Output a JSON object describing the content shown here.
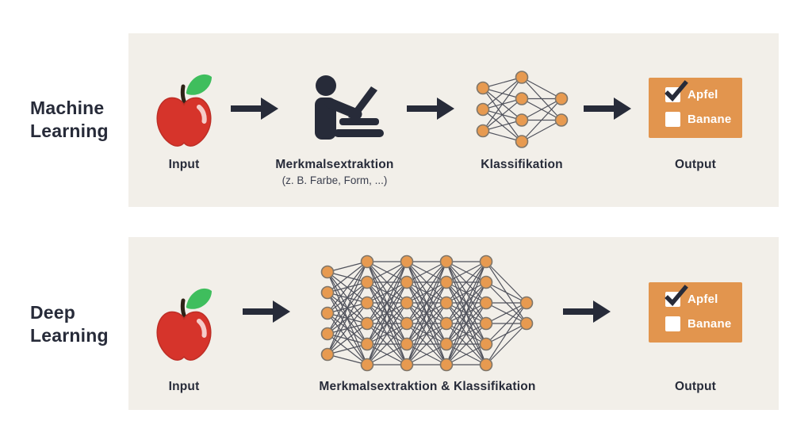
{
  "colors": {
    "ink": "#272B39",
    "panel_bg": "#F2EFE9",
    "node_orange": "#E79A50",
    "node_border": "#7E766B",
    "edge_gray": "#50525C",
    "box_orange": "#E2954E",
    "apple_red": "#D6342B",
    "leaf_green": "#3FBE5D"
  },
  "sections": [
    {
      "heading": "Machine Learning",
      "labels": {
        "input": "Input",
        "extraction": "Merkmalsextraktion",
        "extraction_sub": "(z. B. Farbe, Form, ...)",
        "classification": "Klassifikation",
        "output": "Output"
      },
      "network": {
        "layers": [
          3,
          4,
          2
        ]
      },
      "output_box": {
        "options": [
          {
            "label": "Apfel",
            "checked": true
          },
          {
            "label": "Banane",
            "checked": false
          }
        ]
      }
    },
    {
      "heading": "Deep Learning",
      "labels": {
        "input": "Input",
        "combined": "Merkmalsextraktion & Klassifikation",
        "output": "Output"
      },
      "network": {
        "layers": [
          5,
          6,
          6,
          6,
          6,
          2
        ]
      },
      "output_box": {
        "options": [
          {
            "label": "Apfel",
            "checked": true
          },
          {
            "label": "Banane",
            "checked": false
          }
        ]
      }
    }
  ]
}
